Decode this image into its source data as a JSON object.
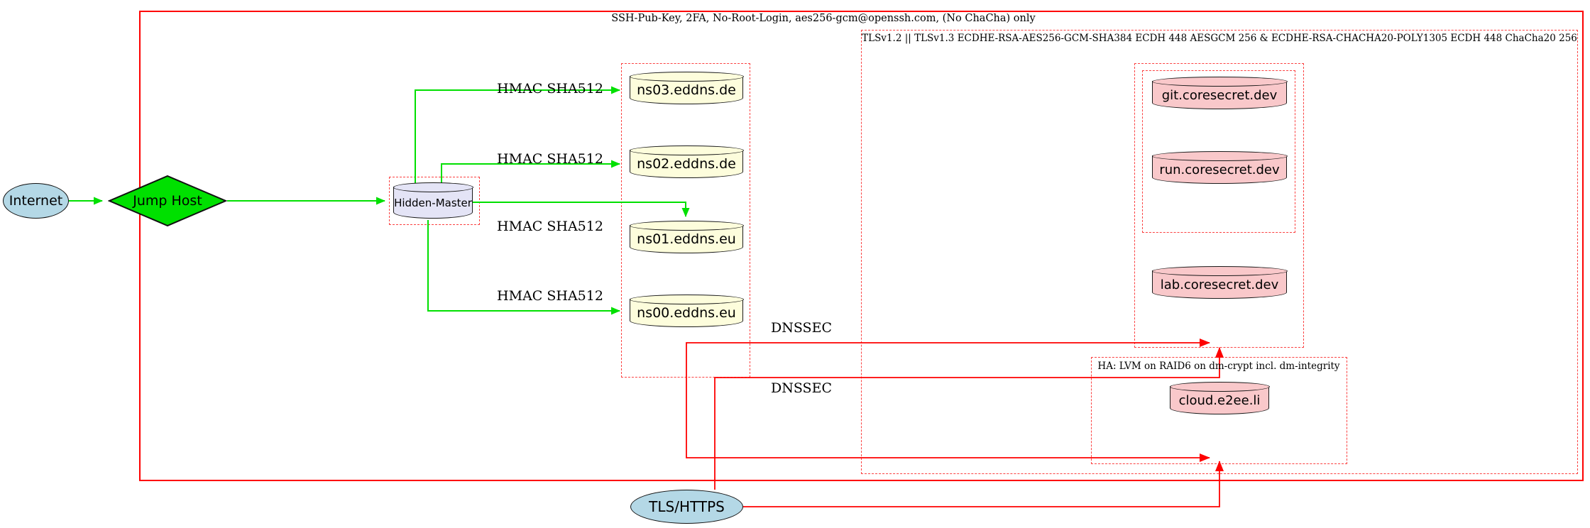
{
  "clusters": {
    "ssh_policy": {
      "label": "SSH-Pub-Key, 2FA, No-Root-Login, aes256-gcm@openssh.com, (No ChaCha) only"
    },
    "tls": {
      "label": "TLSv1.2 || TLSv1.3 ECDHE-RSA-AES256-GCM-SHA384 ECDH 448 AESGCM 256 & ECDHE-RSA-CHACHA20-POLY1305 ECDH 448 ChaCha20 256"
    },
    "ha": {
      "label": "HA: LVM on RAID6 on dm-crypt incl. dm-integrity"
    }
  },
  "nodes": {
    "internet": {
      "label": "Internet",
      "shape": "ellipse",
      "fill": "#b4d8e6"
    },
    "jump_host": {
      "label": "Jump Host",
      "shape": "diamond",
      "fill": "#00e000"
    },
    "hidden_master": {
      "label": "Hidden-Master",
      "shape": "cylinder",
      "fill": "#e4e4f6"
    },
    "ns03": {
      "label": "ns03.eddns.de",
      "shape": "cylinder",
      "fill": "#fdfddc"
    },
    "ns02": {
      "label": "ns02.eddns.de",
      "shape": "cylinder",
      "fill": "#fdfddc"
    },
    "ns01": {
      "label": "ns01.eddns.eu",
      "shape": "cylinder",
      "fill": "#fdfddc"
    },
    "ns00": {
      "label": "ns00.eddns.eu",
      "shape": "cylinder",
      "fill": "#fdfddc"
    },
    "git": {
      "label": "git.coresecret.dev",
      "shape": "cylinder",
      "fill": "#f9c8ca"
    },
    "run": {
      "label": "run.coresecret.dev",
      "shape": "cylinder",
      "fill": "#f9c8ca"
    },
    "lab": {
      "label": "lab.coresecret.dev",
      "shape": "cylinder",
      "fill": "#f9c8ca"
    },
    "cloud": {
      "label": "cloud.e2ee.li",
      "shape": "cylinder",
      "fill": "#f9c8ca"
    },
    "tls_https": {
      "label": "TLS/HTTPS",
      "shape": "ellipse",
      "fill": "#b4d8e6"
    }
  },
  "edge_labels": {
    "hmac_ns03": "HMAC SHA512",
    "hmac_ns02": "HMAC SHA512",
    "hmac_ns01": "HMAC SHA512",
    "hmac_ns00": "HMAC SHA512",
    "dnssec_a": "DNSSEC",
    "dnssec_b": "DNSSEC"
  },
  "colors": {
    "edge_green": "#00e000",
    "edge_red": "#fe0000",
    "cluster_border_red": "#fb4141",
    "node_blue": "#b4d8e6",
    "node_yellow": "#fdfddc",
    "node_pink": "#f9c8ca",
    "node_lavender": "#e4e4f6"
  }
}
